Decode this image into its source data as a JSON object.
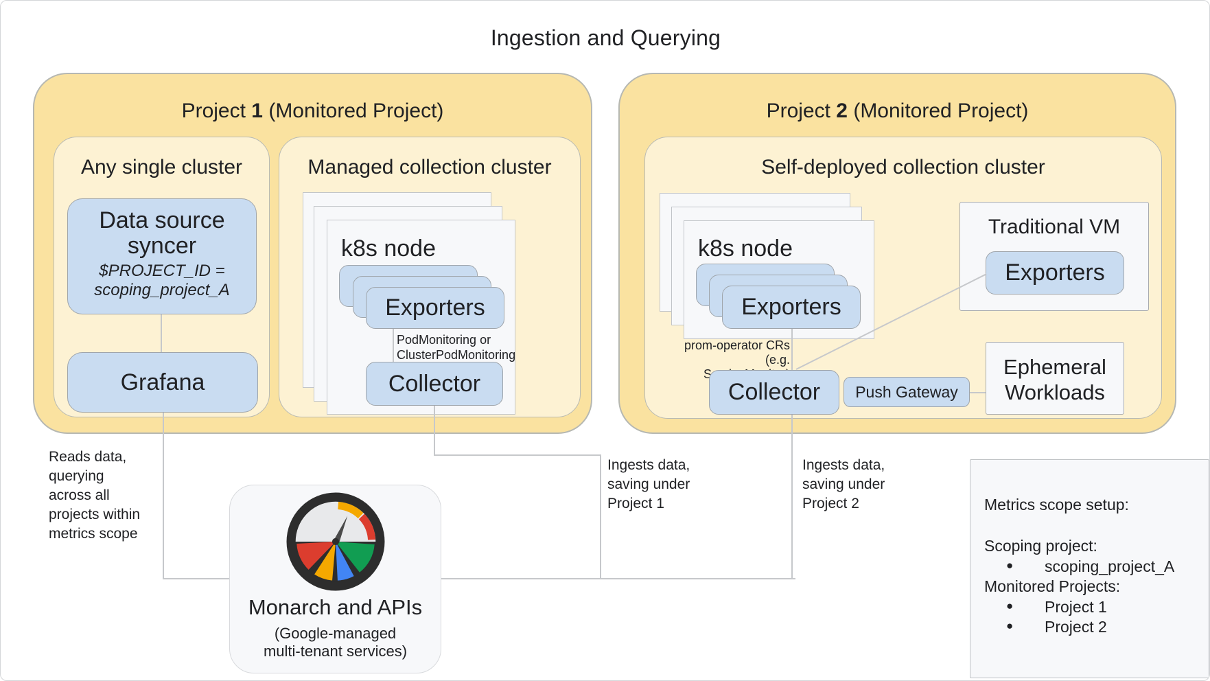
{
  "title": "Ingestion and Querying",
  "colors": {
    "outer_project_box": "#fae2a0",
    "inner_cluster_box": "#fdf2d3",
    "blue_component_box": "#c9dcf1",
    "node_card": "#f7f8fa",
    "connector_line": "#c6c8cb",
    "text": "#202124",
    "gauge_ring": "#2d2d2d",
    "gauge_gray": "#e8e9eb",
    "gauge_red": "#dc3d2e",
    "gauge_gold": "#f5a800",
    "gauge_blue": "#4285f4",
    "gauge_green": "#119d52"
  },
  "project1": {
    "heading": {
      "prefix": "Project",
      "number": "1",
      "suffix": "(Monitored Project)"
    },
    "any_single_cluster": {
      "heading": "Any single cluster",
      "data_source_syncer": {
        "title_line1": "Data source",
        "title_line2": "syncer",
        "detail_line1": "$PROJECT_ID =",
        "detail_line2": "scoping_project_A"
      },
      "grafana_label": "Grafana"
    },
    "managed_cluster": {
      "heading": "Managed collection cluster",
      "node_label": "k8s node",
      "exporters_label": "Exporters",
      "note_line1": "PodMonitoring or",
      "note_line2": "ClusterPodMonitoring",
      "collector_label": "Collector"
    }
  },
  "project2": {
    "heading": {
      "prefix": "Project",
      "number": "2",
      "suffix": "(Monitored Project)"
    },
    "self_deployed_cluster": {
      "heading": "Self-deployed collection cluster",
      "node_label": "k8s node",
      "exporters_label": "Exporters",
      "note_line1": "prom-operator CRs",
      "note_line2": "(e.g. ServiceMonitor)",
      "collector_label": "Collector",
      "push_gateway_label": "Push Gateway"
    },
    "traditional_vm": {
      "heading": "Traditional VM",
      "exporters_label": "Exporters"
    },
    "ephemeral_workloads": {
      "line1": "Ephemeral",
      "line2": "Workloads"
    }
  },
  "monarch": {
    "title": "Monarch and APIs",
    "subtitle_line1": "(Google-managed",
    "subtitle_line2": "multi-tenant services)",
    "icon": "monitoring-gauge-icon"
  },
  "annotations": {
    "reads_data": {
      "lines": [
        "Reads data,",
        "querying",
        "across all",
        "projects within",
        "metrics scope"
      ]
    },
    "ingests_project1": {
      "lines": [
        "Ingests data,",
        "saving under",
        "Project 1"
      ]
    },
    "ingests_project2": {
      "lines": [
        "Ingests data,",
        "saving under",
        "Project 2"
      ]
    }
  },
  "metrics_scope": {
    "title": "Metrics scope setup:",
    "scoping_label": "Scoping project:",
    "scoping_item": "scoping_project_A",
    "monitored_label": "Monitored Projects:",
    "monitored_item1": "Project 1",
    "monitored_item2": "Project 2",
    "bullet": "●"
  }
}
